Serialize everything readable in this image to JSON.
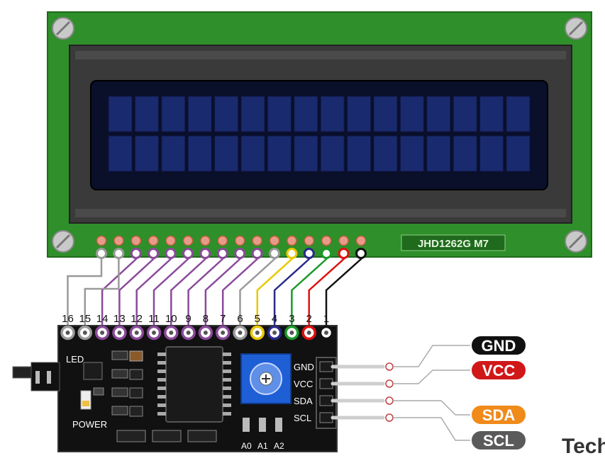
{
  "lcd": {
    "model_label": "JHD1262G M7",
    "rows": 2,
    "cols": 16,
    "pcb_color": "#2f8f2a",
    "bezel_color": "#3a3a3a",
    "screen_color": "#0a0f2a",
    "char_color": "#1a2a6e"
  },
  "pins": {
    "numbers": [
      "1",
      "2",
      "3",
      "4",
      "5",
      "6",
      "7",
      "8",
      "9",
      "10",
      "11",
      "12",
      "13",
      "14",
      "15",
      "16"
    ],
    "wire_colors": [
      "#111111",
      "#e01010",
      "#1a9a2a",
      "#2a2a8a",
      "#e8c800",
      "#9a9a9a",
      "#8a4a9a",
      "#8a4a9a",
      "#8a4a9a",
      "#8a4a9a",
      "#8a4a9a",
      "#8a4a9a",
      "#8a4a9a",
      "#8a4a9a",
      "#9a9a9a",
      "#9a9a9a"
    ]
  },
  "backpack": {
    "led_label": "LED",
    "power_label": "POWER",
    "address_labels": [
      "A0",
      "A1",
      "A2"
    ],
    "header_labels": [
      "GND",
      "VCC",
      "SDA",
      "SCL"
    ]
  },
  "callouts": [
    {
      "text": "GND",
      "color": "#111111"
    },
    {
      "text": "VCC",
      "color": "#d01818"
    },
    {
      "text": "SDA",
      "color": "#f08a1a"
    },
    {
      "text": "SCL",
      "color": "#5a5a5a"
    }
  ],
  "watermark": "Tech"
}
